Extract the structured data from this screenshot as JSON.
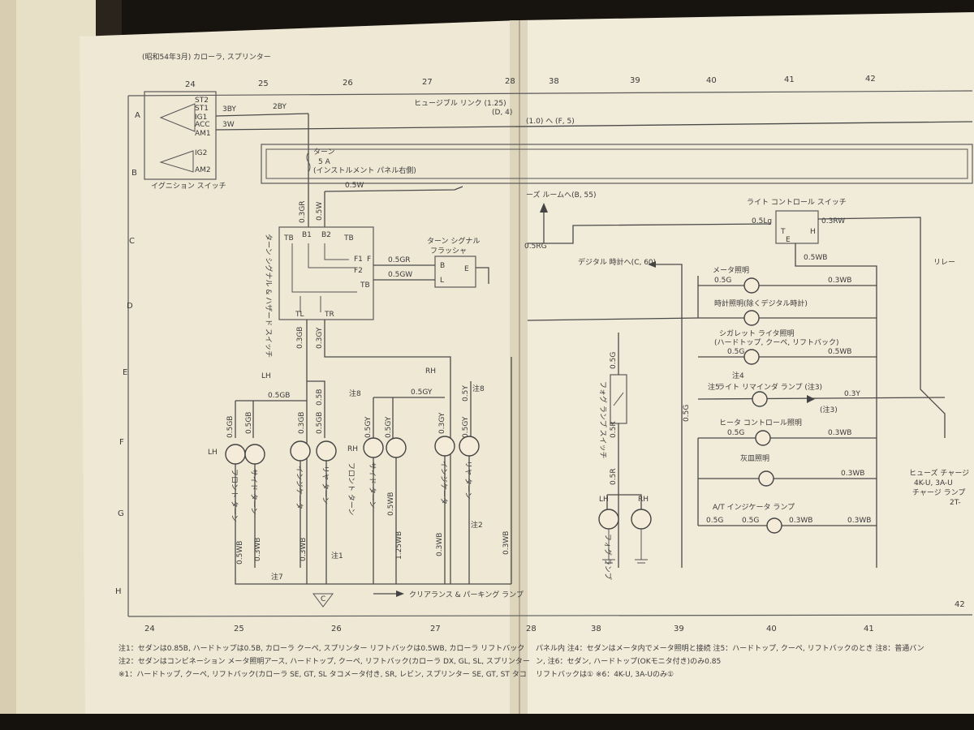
{
  "header": {
    "title": "(昭和54年3月) カローラ, スプリンター"
  },
  "columns_top": [
    "24",
    "25",
    "26",
    "27",
    "28",
    "38",
    "39",
    "40",
    "41",
    "42"
  ],
  "columns_bottom": [
    "24",
    "25",
    "26",
    "27",
    "28",
    "38",
    "39",
    "40",
    "41",
    "42"
  ],
  "rows": [
    "A",
    "B",
    "C",
    "D",
    "E",
    "F",
    "G",
    "H"
  ],
  "ignition": {
    "label": "イグニション スイッチ",
    "terminals": [
      "ST2",
      "ST1",
      "IG1",
      "ACC",
      "AM1",
      "IG2",
      "AM2"
    ]
  },
  "top_wires": {
    "w3by": "3BY",
    "w2by": "2BY",
    "w3w": "3W",
    "fusible": "ヒュージブル リンク (1.25)",
    "fusible_ref": "(D, 4)",
    "ref_f5": "(1.0) へ (F, 5)"
  },
  "fuse": {
    "name": "ターン",
    "rating": "5 A",
    "location": "(インストルメント パネル右側)"
  },
  "fuse_wire": "0.5W",
  "room_ref": "ーズ ルームへ(B, 55)",
  "hazard": {
    "label": "ターン シグナル & ハザード スイッチ",
    "terms": [
      "TB",
      "B1",
      "B2",
      "TB",
      "F1",
      "F",
      "F2",
      "TB",
      "TL",
      "TR"
    ]
  },
  "flasher": {
    "label1": "ターン シグナル",
    "label2": "フラッシャ",
    "b": "B",
    "l": "L",
    "e": "E"
  },
  "wires_mid": {
    "gr3": "0.3GR",
    "w5": "0.5W",
    "gr5": "0.5GR",
    "gw5": "0.5GW",
    "rg5": "0.5RG",
    "gb3": "0.3GB",
    "gy3": "0.3GY",
    "gb5": "0.5GB",
    "gy5": "0.5GY",
    "gb5b": "0.5GB",
    "b5": "0.5B",
    "gb3b": "0.3GB",
    "gy5b": "0.5GY",
    "y5": "0.5Y",
    "gy3b": "0.3GY",
    "gy5c": "0.5GY",
    "wb3": "0.3WB",
    "wb5": "0.5WB",
    "wb125": "1.25WB",
    "wb3b": "0.3WB",
    "wb3c": "0.3WB",
    "wb5b": "0.5WB",
    "wb3d": "0.3WB"
  },
  "lh": "LH",
  "rh": "RH",
  "note8": "注8",
  "note7": "注7",
  "note1": "注1",
  "note2": "注2",
  "lamps_left": [
    "フロント ターン",
    "サイド ターン",
    "インジケータ",
    "リヤ ターン",
    "フロント ターン",
    "サイド ターン",
    "インジケータ",
    "リヤ ターン"
  ],
  "ground_c": "C",
  "clearance": "クリアランス & パーキング ランプ",
  "digital_clock": "デジタル 時計へ(C, 60)",
  "fog": {
    "switch": "フォグ ランプ スイッチ",
    "lamp": "フォグ ランプ",
    "g5": "0.5G",
    "r5": "0.5R",
    "r5b": "0.5R",
    "lh": "LH",
    "rh": "RH"
  },
  "light_ctrl": {
    "label": "ライト コントロール スイッチ",
    "lg5": "0.5Lg",
    "rw3": "0.3RW",
    "wb5": "0.5WB",
    "t": "T",
    "h": "H",
    "e": "E"
  },
  "illum": [
    {
      "name": "メータ照明",
      "left": "0.5G",
      "right": "0.3WB"
    },
    {
      "name": "時計照明(除くデジタル時計)",
      "left": "",
      "right": ""
    },
    {
      "name": "シガレット ライタ照明",
      "sub": "(ハードトップ, クーペ, リフトバック)",
      "left": "0.5G",
      "right": "0.5WB"
    },
    {
      "name": "ライト リマインダ ランプ (注3)",
      "left": "",
      "right": "0.3Y"
    },
    {
      "name": "ヒータ コントロール照明",
      "left": "0.5G",
      "right": "0.3WB"
    },
    {
      "name": "灰皿照明",
      "left": "",
      "right": "0.3WB"
    },
    {
      "name": "A/T インジケータ ランプ",
      "left": "0.5G",
      "left2": "0.5G",
      "right": "0.3WB",
      "right2": "0.3WB"
    }
  ],
  "note4": "注4",
  "note5": "注5",
  "note3": "(注3)",
  "g5v": "0.5G",
  "right_labels": {
    "fuse_charge": "ヒューズ チャージ",
    "models": "4K-U, 3A-U",
    "charge": "チャージ ランプ",
    "code": "2T-",
    "rel": "リレー"
  },
  "footnotes": [
    "注1：セダンは0.85B, ハードトップは0.5B, カローラ クーペ, スプリンター リフトバックは0.5WB, カローラ リフトバック",
    "パネル内  注4：セダンはメータ内でメータ照明と接続  注5：ハードトップ, クーペ, リフトバックのとき  注8：普通バン",
    "注2：セダンはコンビネーション メータ照明アース, ハードトップ, クーペ, リフトバック(カローラ DX, GL, SL, スプリンター",
    "ン, 注6：セダン, ハードトップ(OKモニタ付き)のみ0.85",
    "※1：ハードトップ, クーペ, リフトバック(カローラ SE, GT, SL タコメータ付き, SR, レビン, スプリンター SE, GT, ST タコ",
    "リフトバックは①  ※6：4K-U, 3A-Uのみ①"
  ]
}
